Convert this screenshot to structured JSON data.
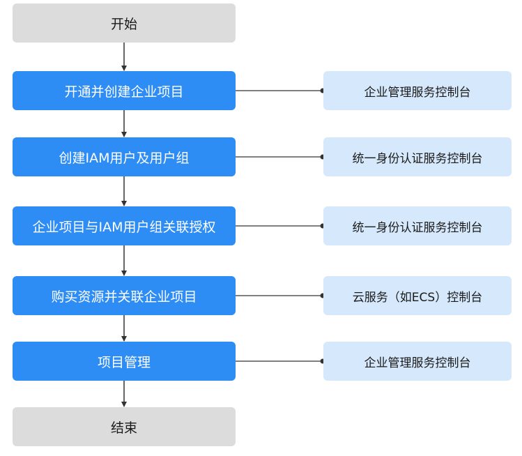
{
  "flow": {
    "start": "开始",
    "end": "结束",
    "steps": [
      {
        "label": "开通并创建企业项目",
        "console": "企业管理服务控制台"
      },
      {
        "label": "创建IAM用户及用户组",
        "console": "统一身份认证服务控制台"
      },
      {
        "label": "企业项目与IAM用户组关联授权",
        "console": "统一身份认证服务控制台"
      },
      {
        "label": "购买资源并关联企业项目",
        "console": "云服务（如ECS）控制台"
      },
      {
        "label": "项目管理",
        "console": "企业管理服务控制台"
      }
    ]
  },
  "colors": {
    "process_fill": "#2e8cf5",
    "terminal_fill": "#dcdcdc",
    "console_fill": "#d6e8fb",
    "line": "#333333"
  }
}
